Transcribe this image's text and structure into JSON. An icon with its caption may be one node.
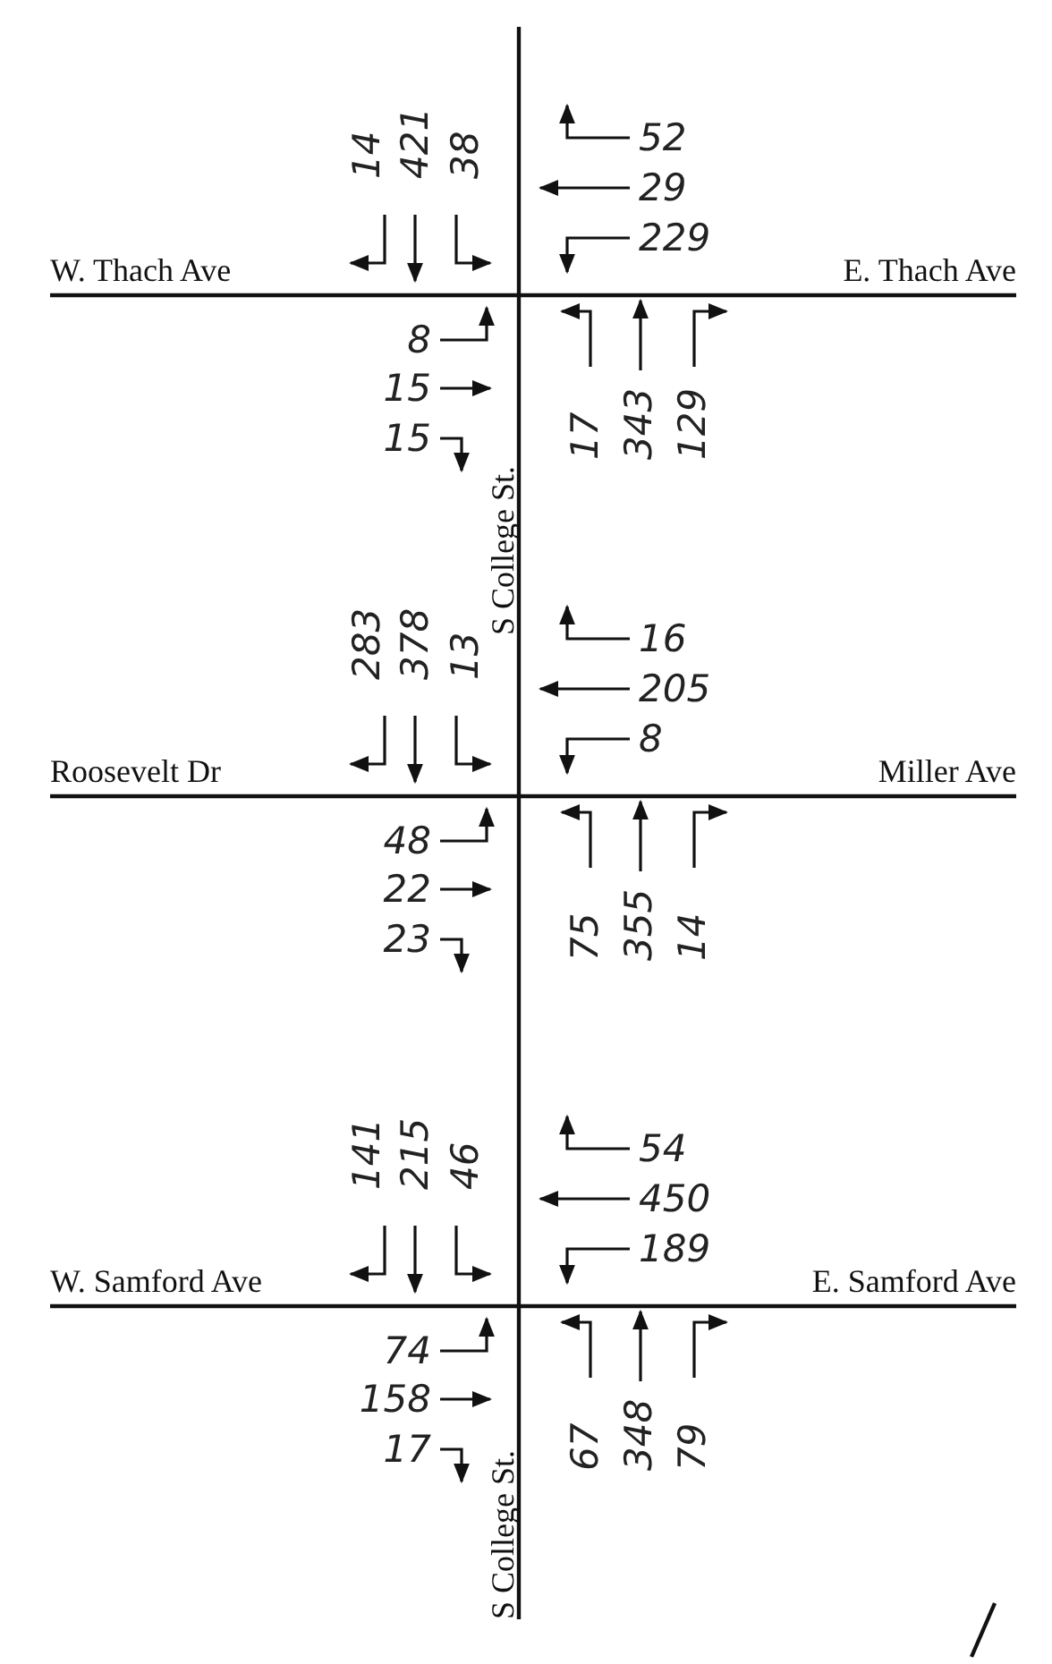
{
  "diagram": {
    "labels": [
      "14",
      "421",
      "38",
      "52",
      "29",
      "229",
      "W. Thach Ave",
      "E. Thach Ave",
      "8",
      "15",
      "15",
      "17",
      "343",
      "129",
      "S College St.",
      "283",
      "378",
      "13",
      "16",
      "205",
      "8",
      "Roosevelt Dr",
      "Miller Ave",
      "48",
      "22",
      "23",
      "75",
      "355",
      "14",
      "141",
      "215",
      "46",
      "54",
      "450",
      "189",
      "W. Samford Ave",
      "E. Samford Ave",
      "74",
      "158",
      "17",
      "67",
      "348",
      "79",
      "S College St."
    ]
  }
}
